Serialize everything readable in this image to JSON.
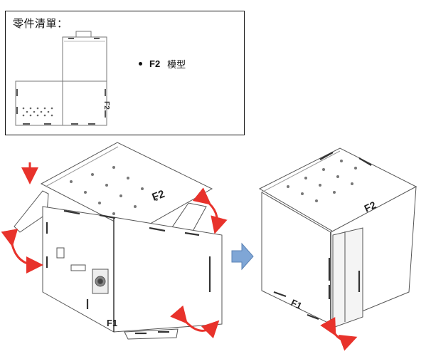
{
  "parts_list": {
    "title": "零件清單：",
    "item_code": "F2",
    "item_name": "模型"
  },
  "labels": {
    "net_f2": "F2",
    "left_f2": "F2",
    "left_f1": "F1",
    "right_f2": "F2",
    "right_f1": "F1"
  },
  "colors": {
    "arrow_red": "#e8322b",
    "step_arrow_blue": "#7fa6d6",
    "line": "#555555"
  },
  "icons": [
    "down-arrow-icon",
    "rotate-arrow-icon",
    "step-arrow-icon"
  ]
}
